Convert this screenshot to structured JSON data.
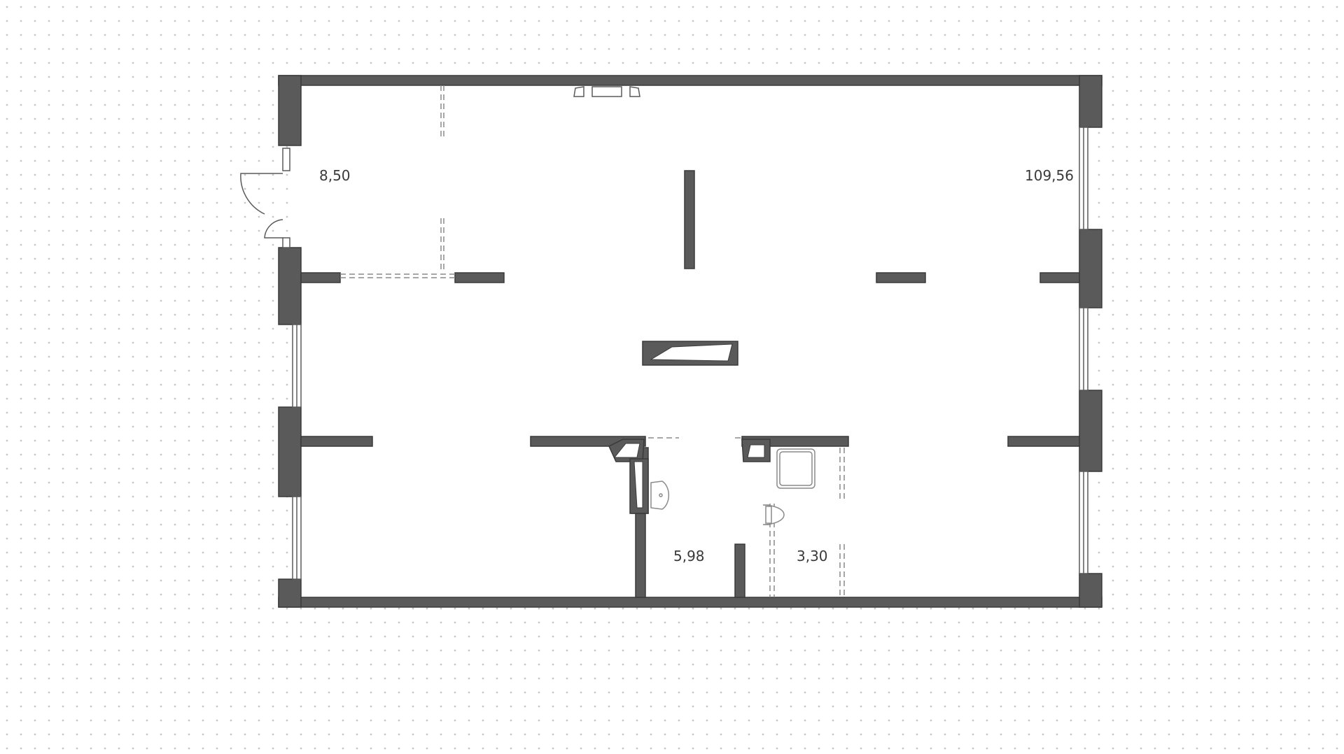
{
  "floor_plan": {
    "colors": {
      "wall": "#5a5a5a",
      "wall_outline": "#3a3a3a",
      "background": "#ffffff",
      "grid_dot": "#c8c8c8",
      "text": "#3a3a3a"
    },
    "rooms": [
      {
        "id": "vestibule",
        "area_label": "8,50"
      },
      {
        "id": "main-hall",
        "area_label": "109,56"
      },
      {
        "id": "washroom-1",
        "area_label": "5,98"
      },
      {
        "id": "washroom-2",
        "area_label": "3,30"
      }
    ]
  }
}
